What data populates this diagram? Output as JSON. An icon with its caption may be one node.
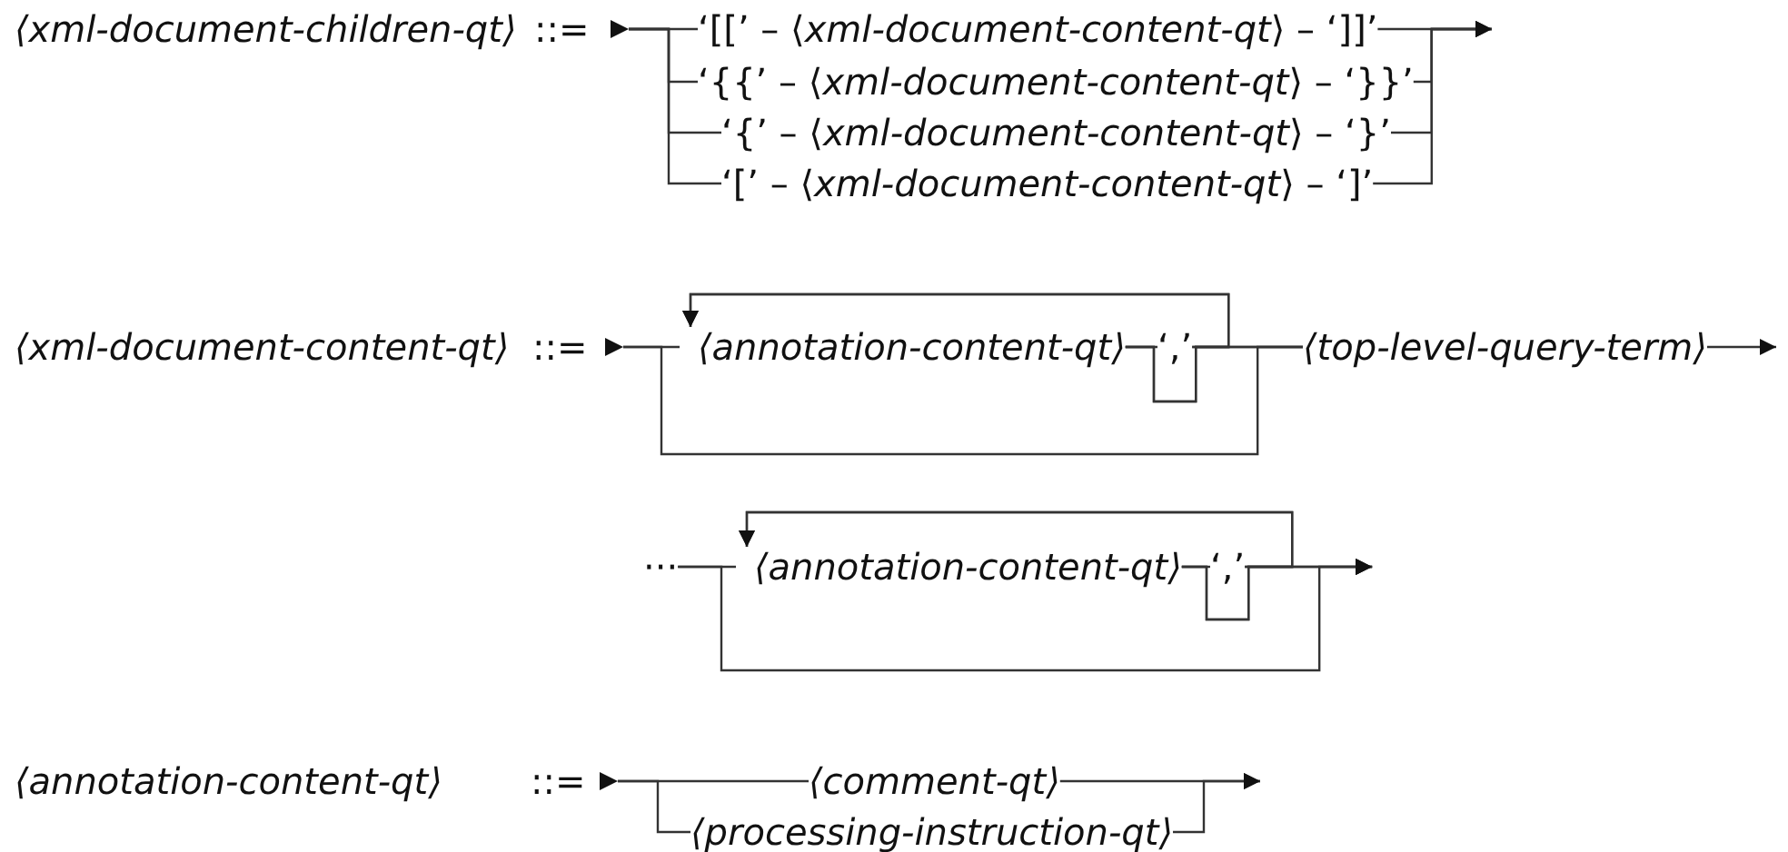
{
  "diagram": {
    "nodes": [
      {
        "text": [],
        "shape": "triangle"
      },
      {
        "text": [
          "‘[[’ – ⟨*xml-document-content-qt*⟩ – ‘]]’"
        ]
      },
      {
        "text": [
          "‘{{’ – ⟨*xml-document-content-qt*⟩ – ‘}}’"
        ]
      },
      {
        "text": [
          "‘{’ – ⟨*xml-document-content-qt*⟩ – ‘}’"
        ]
      },
      {
        "text": [
          "‘[’ – ⟨*xml-document-content-qt*⟩ – ‘]’"
        ]
      },
      {
        "text": [],
        "shape": "triangle"
      },
      {
        "text": [
          "⟨annotation-content-qt⟩"
        ]
      },
      {
        "text": [
          "‘,’"
        ]
      },
      {
        "text": [
          "⟨top-level-query-term⟩"
        ]
      },
      {
        "text": [
          "···"
        ]
      },
      {
        "text": [
          "⟨annotation-content-qt⟩"
        ]
      },
      {
        "text": [
          "‘,’"
        ]
      },
      {
        "text": [],
        "shape": "triangle"
      },
      {
        "text": [
          "⟨comment-qt⟩"
        ]
      },
      {
        "text": [
          "⟨processing-instruction-qt⟩"
        ]
      }
    ],
    "edges": [
      {
        "from": 0,
        "to": 1,
        "arrow": "none"
      },
      {
        "from": 0,
        "to": 2,
        "arrow": "none"
      },
      {
        "from": 0,
        "to": 3,
        "arrow": "none"
      },
      {
        "from": 0,
        "to": 4,
        "arrow": "none"
      },
      {
        "from": 1,
        "to": null,
        "arrow": "to"
      },
      {
        "from": 2,
        "to": null,
        "arrow": "to"
      },
      {
        "from": 3,
        "to": null,
        "arrow": "to"
      },
      {
        "from": 4,
        "to": null,
        "arrow": "to"
      },
      {
        "from": 5,
        "to": 6,
        "arrow": "none"
      },
      {
        "from": 5,
        "to": 8,
        "arrow": "none"
      },
      {
        "from": 6,
        "to": 7,
        "arrow": "none"
      },
      {
        "from": 6,
        "to": 8,
        "arrow": "none"
      },
      {
        "from": 7,
        "to": 8,
        "arrow": "none"
      },
      {
        "from": 7,
        "to": 6,
        "arrow": "to"
      },
      {
        "from": 6,
        "to": 6,
        "arrow": "to"
      },
      {
        "from": 8,
        "to": null,
        "arrow": "to"
      },
      {
        "from": 9,
        "to": 10,
        "arrow": "none"
      },
      {
        "from": 9,
        "to": null,
        "arrow": "to"
      },
      {
        "from": 10,
        "to": 11,
        "arrow": "none"
      },
      {
        "from": 10,
        "to": null,
        "arrow": "to"
      },
      {
        "from": 11,
        "to": null,
        "arrow": "to"
      },
      {
        "from": 11,
        "to": 10,
        "arrow": "to"
      },
      {
        "from": 10,
        "to": 10,
        "arrow": "to"
      },
      {
        "from": 12,
        "to": 13,
        "arrow": "none"
      },
      {
        "from": 12,
        "to": 14,
        "arrow": "none"
      },
      {
        "from": 13,
        "to": null,
        "arrow": "to"
      },
      {
        "from": 14,
        "to": null,
        "arrow": "to"
      }
    ],
    "labels": [
      "⟨xml-document-children-qt⟩",
      "::=",
      "⟨xml-document-content-qt⟩",
      "::=",
      "⟨annotation-content-qt⟩",
      "::="
    ]
  }
}
